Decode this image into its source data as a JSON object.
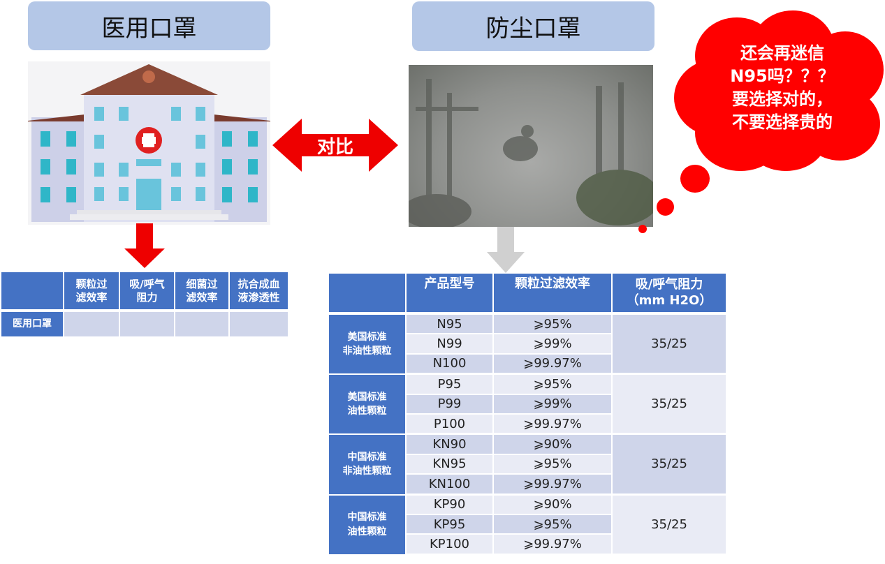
{
  "left_title": "医用口罩",
  "right_title": "防尘口罩",
  "compare_label": "对比",
  "thought_bubble": [
    "还会再迷信",
    "N95吗？？？",
    "要选择对的，",
    "不要选择贵的"
  ],
  "left_table": {
    "headers": [
      "",
      "颗粒过\n滤效率",
      "吸/呼气\n阻力",
      "细菌过\n滤效率",
      "抗合成血\n液渗透性"
    ],
    "rows": [
      {
        "label": "医用口罩",
        "cells": [
          "",
          "",
          "",
          ""
        ]
      }
    ]
  },
  "right_table": {
    "headers": [
      "",
      "产品型号",
      "颗粒过滤效率",
      "吸/呼气阻力\n（mm H2O）"
    ],
    "groups": [
      {
        "label": "美国标准\n非油性颗粒",
        "resistance": "35/25",
        "rows": [
          [
            "N95",
            "⩾95%"
          ],
          [
            "N99",
            "⩾99%"
          ],
          [
            "N100",
            "⩾99.97%"
          ]
        ]
      },
      {
        "label": "美国标准\n油性颗粒",
        "resistance": "35/25",
        "rows": [
          [
            "P95",
            "⩾95%"
          ],
          [
            "P99",
            "⩾99%"
          ],
          [
            "P100",
            "⩾99.97%"
          ]
        ]
      },
      {
        "label": "中国标准\n非油性颗粒",
        "resistance": "35/25",
        "rows": [
          [
            "KN90",
            "⩾90%"
          ],
          [
            "KN95",
            "⩾95%"
          ],
          [
            "KN100",
            "⩾99.97%"
          ]
        ]
      },
      {
        "label": "中国标准\n油性颗粒",
        "resistance": "35/25",
        "rows": [
          [
            "KP90",
            "⩾90%"
          ],
          [
            "KP95",
            "⩾95%"
          ],
          [
            "KP100",
            "⩾99.97%"
          ]
        ]
      }
    ]
  }
}
